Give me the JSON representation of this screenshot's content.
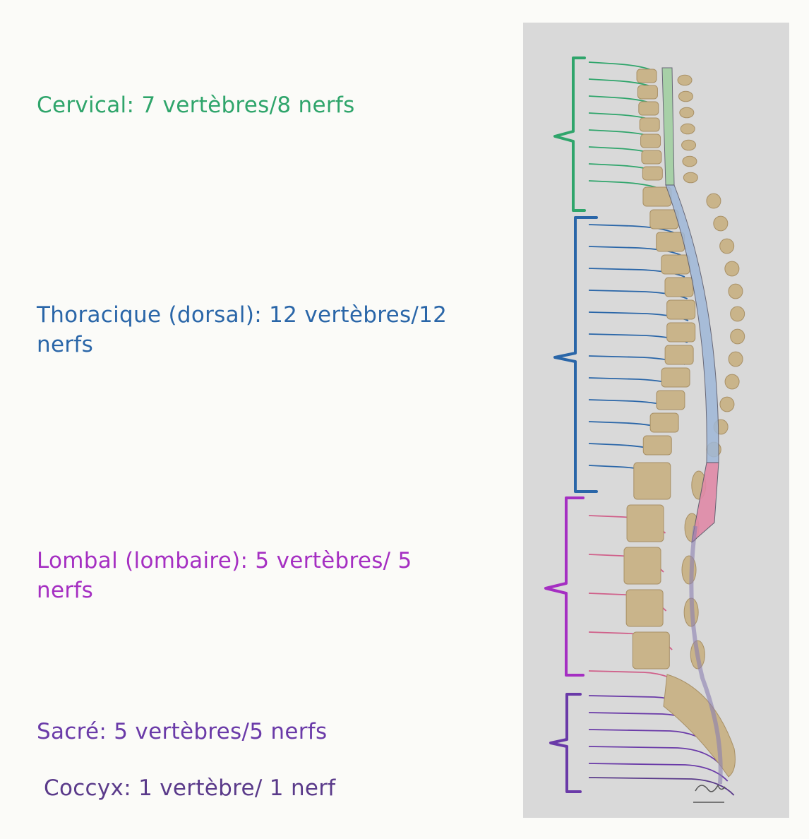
{
  "labels": {
    "cervical": "Cervical: 7 vertèbres/8 nerfs",
    "thoracic": "Thoracique (dorsal): 12 vertèbres/12 nerfs",
    "lumbar": "Lombal (lombaire): 5 vertèbres/ 5 nerfs",
    "sacral": "Sacré: 5 vertèbres/5 nerfs",
    "coccyx": "Coccyx: 1 vertèbre/ 1 nerf"
  },
  "colors": {
    "cervical": "#2fa56b",
    "thoracic": "#2a66a8",
    "lumbar": "#a52fc2",
    "sacral": "#6a3aa8",
    "coccyx": "#5a3a8a",
    "bone": "#c9b48a",
    "panel": "#d9d9d9"
  },
  "regions": [
    {
      "id": "cervical",
      "nerves": 8
    },
    {
      "id": "thoracic",
      "nerves": 12
    },
    {
      "id": "lumbar",
      "nerves": 5
    },
    {
      "id": "sacral",
      "nerves": 5
    },
    {
      "id": "coccyx",
      "nerves": 1
    }
  ]
}
